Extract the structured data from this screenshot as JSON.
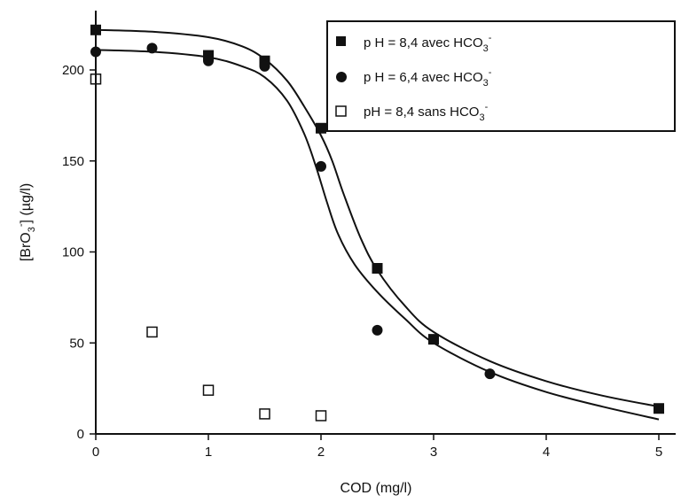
{
  "chart_data": {
    "type": "scatter",
    "xlabel": "COD (mg/l)",
    "ylabel": "[BrO3-] (µg/l)",
    "ylabel_parts": {
      "pre": "[BrO",
      "sub": "3",
      "sup": "-",
      "post": "] (µg/l)"
    },
    "xlim": [
      0,
      5.2
    ],
    "ylim": [
      0,
      225
    ],
    "x_ticks": [
      "0",
      "1",
      "2",
      "3",
      "4",
      "5"
    ],
    "y_ticks": [
      "0",
      "50",
      "100",
      "150",
      "200"
    ],
    "grid": false,
    "legend_position": "top-right",
    "series": [
      {
        "name": "p H = 8,4 avec HCO3-",
        "legend": {
          "pre": "p H = 8,4 avec HCO",
          "sub": "3",
          "sup": "-"
        },
        "marker": "filled-square",
        "points": [
          [
            0,
            222
          ],
          [
            1,
            208
          ],
          [
            1.5,
            205
          ],
          [
            2,
            168
          ],
          [
            2.5,
            91
          ],
          [
            3,
            52
          ],
          [
            5,
            14
          ]
        ],
        "fit_curve": [
          [
            0,
            222
          ],
          [
            0.5,
            221
          ],
          [
            1,
            218
          ],
          [
            1.3,
            213
          ],
          [
            1.5,
            206
          ],
          [
            1.7,
            194
          ],
          [
            1.85,
            180
          ],
          [
            2,
            164
          ],
          [
            2.1,
            150
          ],
          [
            2.2,
            132
          ],
          [
            2.35,
            108
          ],
          [
            2.5,
            90
          ],
          [
            2.75,
            70
          ],
          [
            3,
            56
          ],
          [
            3.5,
            40
          ],
          [
            4,
            29
          ],
          [
            4.5,
            21
          ],
          [
            5,
            15
          ]
        ]
      },
      {
        "name": "p H = 6,4 avec HCO3-",
        "legend": {
          "pre": "p H = 6,4 avec HCO",
          "sub": "3",
          "sup": "-"
        },
        "marker": "filled-circle",
        "points": [
          [
            0,
            210
          ],
          [
            0.5,
            212
          ],
          [
            1,
            205
          ],
          [
            1.5,
            202
          ],
          [
            2,
            147
          ],
          [
            2.5,
            57
          ],
          [
            3.5,
            33
          ]
        ],
        "fit_curve": [
          [
            0,
            211
          ],
          [
            0.5,
            210
          ],
          [
            1,
            207
          ],
          [
            1.3,
            202
          ],
          [
            1.5,
            196
          ],
          [
            1.7,
            183
          ],
          [
            1.85,
            165
          ],
          [
            1.95,
            148
          ],
          [
            2.05,
            128
          ],
          [
            2.15,
            110
          ],
          [
            2.3,
            93
          ],
          [
            2.5,
            78
          ],
          [
            2.75,
            63
          ],
          [
            3,
            50
          ],
          [
            3.5,
            34
          ],
          [
            4,
            23
          ],
          [
            4.5,
            15
          ],
          [
            5,
            8
          ]
        ]
      },
      {
        "name": "pH = 8,4 sans HCO3-",
        "legend": {
          "pre": "pH = 8,4 sans HCO",
          "sub": "3",
          "sup": "-"
        },
        "marker": "open-square",
        "points": [
          [
            0,
            195
          ],
          [
            0.5,
            56
          ],
          [
            1,
            24
          ],
          [
            1.5,
            11
          ],
          [
            2,
            10
          ]
        ]
      }
    ]
  }
}
